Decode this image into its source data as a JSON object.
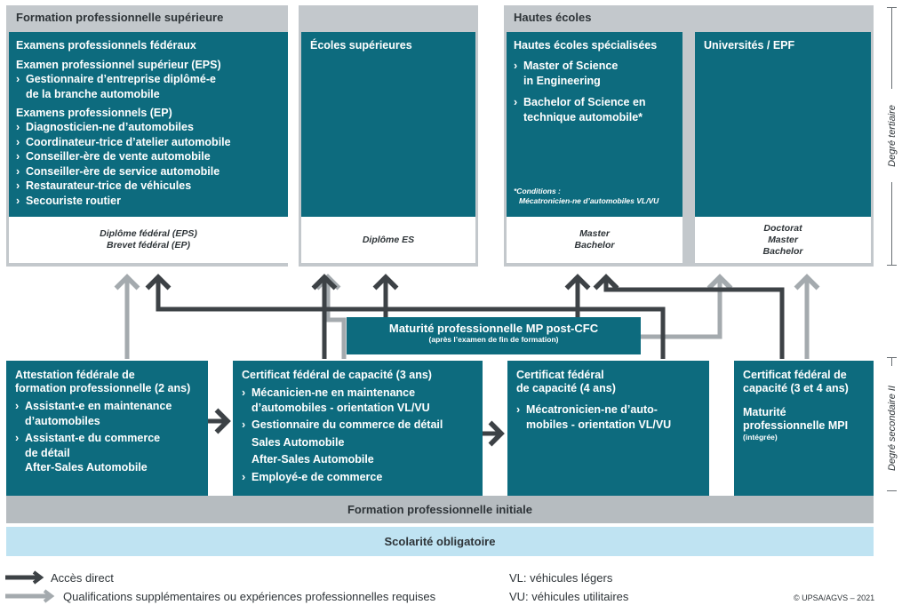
{
  "sections": {
    "fps": "Formation professionnelle supérieure",
    "he": "Hautes écoles"
  },
  "side": {
    "tertiaire": "Degré tertiaire",
    "secondaire": "Degré secondaire II"
  },
  "exams": {
    "title": "Examens professionnels fédéraux",
    "eps_title": "Examen professionnel supérieur (EPS)",
    "eps_items": [
      "Gestionnaire d’entreprise diplômé-e",
      "de la branche automobile"
    ],
    "ep_title": "Examens professionnels (EP)",
    "ep_items": [
      "Diagnosticien-ne d’automobiles",
      "Coordinateur-trice d’atelier automobile",
      "Conseiller-ère de vente automobile",
      "Conseiller-ère de service automobile",
      "Restaurateur-trice de véhicules",
      "Secouriste routier"
    ],
    "footer": [
      "Diplôme fédéral (EPS)",
      "Brevet fédéral (EP)"
    ]
  },
  "es": {
    "title": "Écoles supérieures",
    "footer": "Diplôme ES"
  },
  "hes": {
    "title": "Hautes écoles spécialisées",
    "items": [
      [
        "Master of Science",
        "in Engineering"
      ],
      [
        "Bachelor of Science en",
        "technique automobile*"
      ]
    ],
    "note": [
      "*Conditions :",
      "Mécatronicien-ne d’automobiles VL/VU"
    ],
    "footer": [
      "Master",
      "Bachelor"
    ]
  },
  "uni": {
    "title": "Universités / EPF",
    "footer": [
      "Doctorat",
      "Master",
      "Bachelor"
    ]
  },
  "mp": {
    "title": "Maturité professionnelle MP post-CFC",
    "subtitle": "(après l’examen de fin de formation)"
  },
  "afp": {
    "title": [
      "Attestation fédérale de",
      "formation professionnelle (2 ans)"
    ],
    "items": [
      [
        "Assistant-e en maintenance",
        "d’automobiles"
      ],
      [
        "Assistant-e du commerce",
        "de détail"
      ]
    ],
    "plain": "After-Sales Automobile"
  },
  "cfc3": {
    "title": "Certificat fédéral de capacité (3 ans)",
    "items": [
      [
        "Mécanicien-ne en maintenance",
        "d’automobiles - orientation VL/VU"
      ],
      [
        "Gestionnaire du commerce de détail"
      ]
    ],
    "plain": [
      "Sales Automobile",
      "After-Sales Automobile"
    ],
    "last": "Employé-e de commerce"
  },
  "cfc4": {
    "title": [
      "Certificat fédéral",
      "de capacité (4 ans)"
    ],
    "items": [
      [
        "Mécatronicien-ne d’auto-",
        "mobiles - orientation VL/VU"
      ]
    ]
  },
  "cfc34": {
    "title": [
      "Certificat fédéral de",
      "capacité (3 et 4 ans)"
    ],
    "mpi": [
      "Maturité",
      "professionnelle MPI"
    ],
    "mpi_note": "(intégrée)"
  },
  "bands": {
    "initiale": "Formation professionnelle initiale",
    "obligatoire": "Scolarité obligatoire"
  },
  "legend": {
    "direct": "Accès direct",
    "supp": "Qualifications supplémentaires ou expériences professionnelles requises",
    "vl": "VL: véhicules légers",
    "vu": "VU: véhicules utilitaires",
    "copyright": "© UPSA/AGVS – 2021"
  },
  "colors": {
    "teal": "#0d6b7e",
    "grey_band": "#c3c8cc",
    "light_blue": "#bfe3f2",
    "dark_arrow": "#3d4246",
    "light_arrow": "#a4aaae"
  }
}
